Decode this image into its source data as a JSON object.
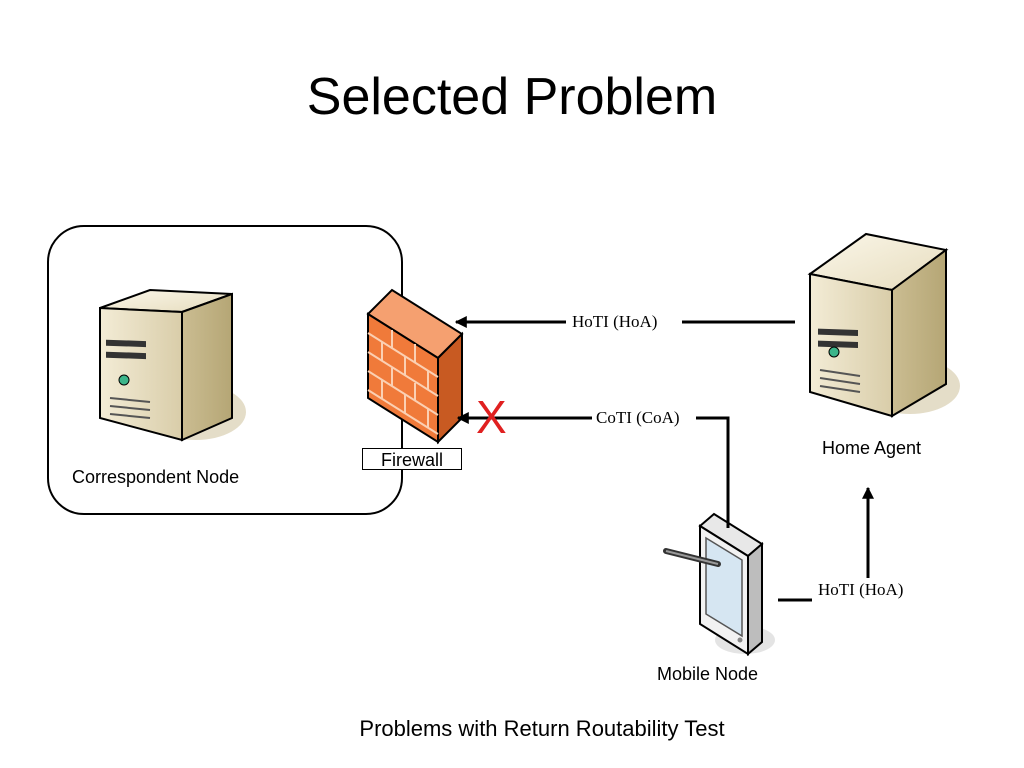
{
  "slide": {
    "title": "Selected Problem",
    "caption": "Problems with Return Routability Test"
  },
  "nodes": {
    "correspondent": {
      "label": "Correspondent Node",
      "icon": "server-icon"
    },
    "firewall": {
      "label": "Firewall",
      "icon": "firewall-icon"
    },
    "home_agent": {
      "label": "Home Agent",
      "icon": "server-icon"
    },
    "mobile": {
      "label": "Mobile Node",
      "icon": "tablet-icon"
    }
  },
  "messages": {
    "hoti_top": "HoTI (HoA)",
    "coti": "CoTI (CoA)",
    "hoti_bottom": "HoTI (HoA)",
    "blocked_mark": "X"
  },
  "colors": {
    "firewall": "#f07a3a",
    "blocked": "#e02020",
    "server_body": "#e8dfc4"
  }
}
